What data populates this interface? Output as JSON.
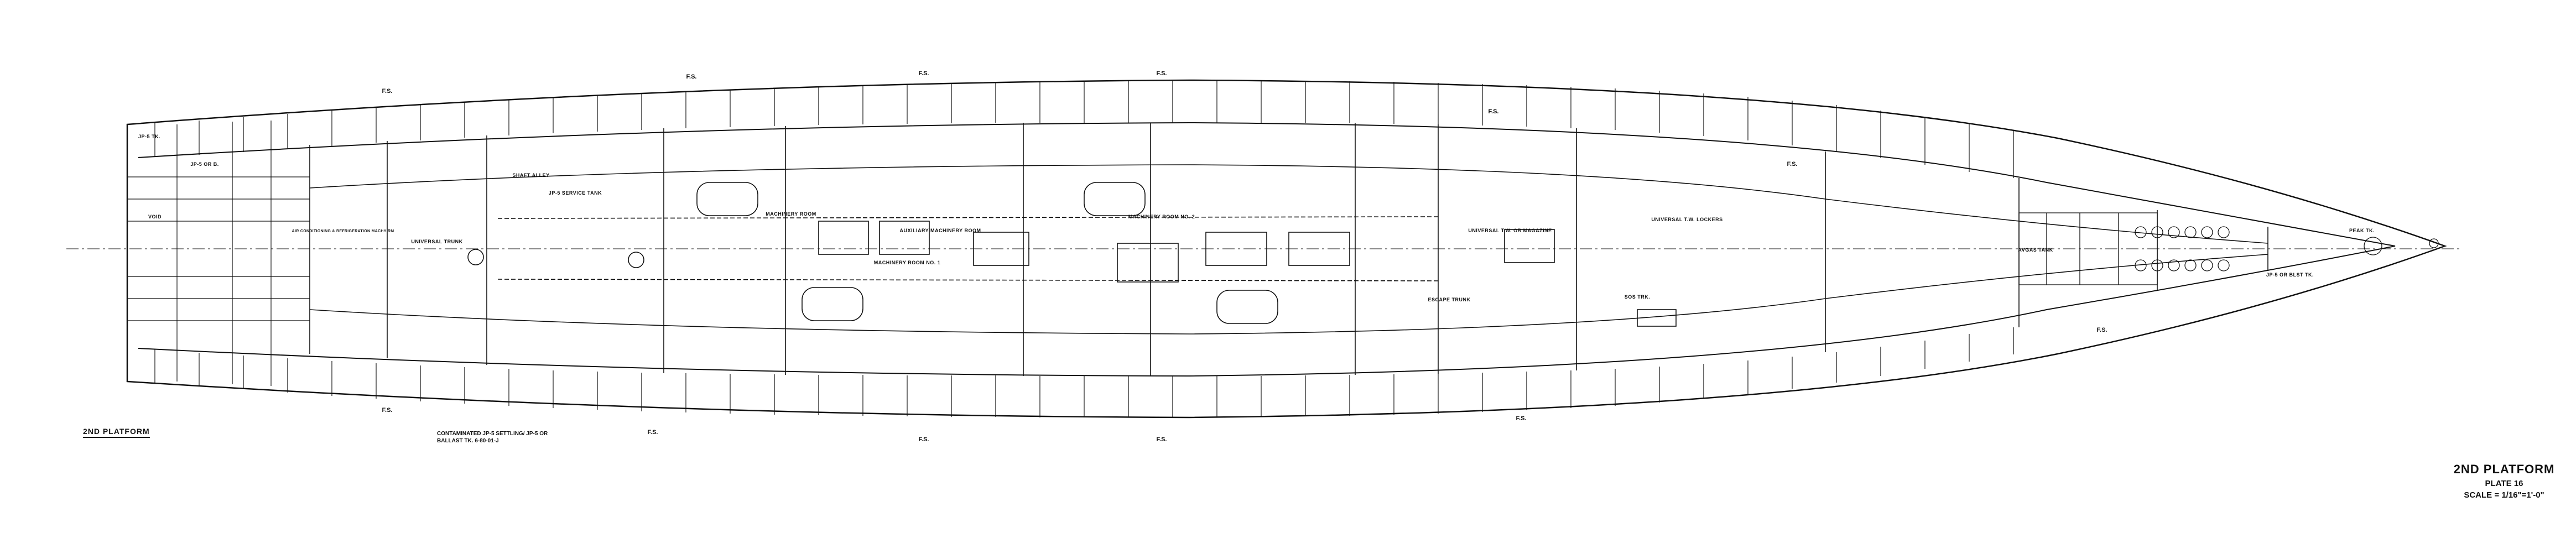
{
  "drawing": {
    "title": "2ND PLATFORM",
    "plate": "PLATE 16",
    "scale": "SCALE = 1/16\"=1'-0\"",
    "level_label": "2ND PLATFORM",
    "note": "CONTAMINATED JP-5 SETTLING/ JP-5 OR BALLAST TK. 6-80-01-J",
    "frame_marks": [
      "F.S.",
      "F.S.",
      "F.S.",
      "F.S.",
      "F.S.",
      "F.S.",
      "F.S.",
      "F.S.",
      "F.S.",
      "F.S.",
      "F.S.",
      "F.S."
    ]
  },
  "compartments": [
    {
      "label": "JP-5 TK."
    },
    {
      "label": "JP-5 OR B."
    },
    {
      "label": "VOID"
    },
    {
      "label": "AIR CONDITIONING & REFRIGERATION MACHY RM"
    },
    {
      "label": "UNIVERSAL TRUNK"
    },
    {
      "label": "SHAFT ALLEY"
    },
    {
      "label": "JP-5 SERVICE TANK"
    },
    {
      "label": "MACHINERY ROOM"
    },
    {
      "label": "AUXILIARY MACHINERY ROOM"
    },
    {
      "label": "MACHINERY ROOM NO. 2"
    },
    {
      "label": "MACHINERY ROOM NO. 1"
    },
    {
      "label": "UNIVERSAL T.W. OR MAGAZINE"
    },
    {
      "label": "UNIVERSAL T.W. LOCKERS"
    },
    {
      "label": "ESCAPE TRUNK"
    },
    {
      "label": "SOS TRK."
    },
    {
      "label": "AVGAS TANK"
    },
    {
      "label": "PEAK TK."
    },
    {
      "label": "JP-5 OR BLST TK."
    }
  ]
}
